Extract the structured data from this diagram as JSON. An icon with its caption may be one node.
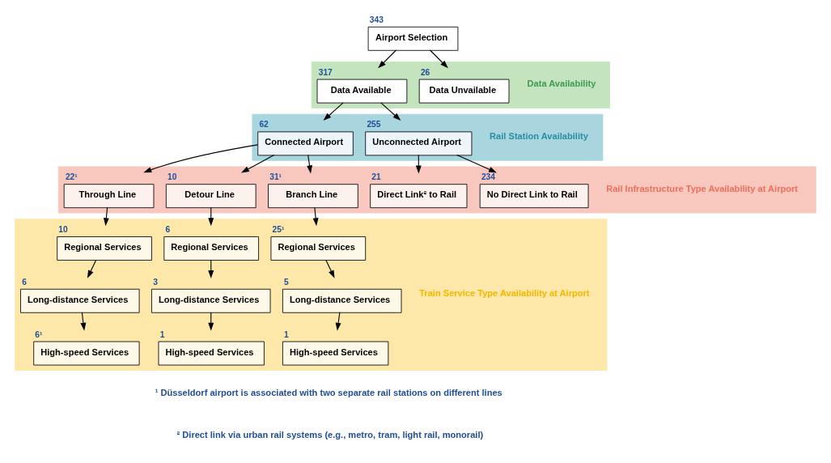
{
  "diagram": {
    "nodes": [
      {
        "text": [
          "Airport Selection"
        ],
        "beside": [
          "343"
        ]
      },
      {
        "text": [
          "Data Availability"
        ]
      },
      {
        "text": [
          "Data Available"
        ],
        "in": 1,
        "beside": [
          "317"
        ]
      },
      {
        "text": [
          "Data Unvailable"
        ],
        "in": 1,
        "beside": [
          "26"
        ]
      },
      {
        "text": [
          "Rail Station Availability"
        ]
      },
      {
        "text": [
          "Connected Airport"
        ],
        "in": 4,
        "beside": [
          "62"
        ]
      },
      {
        "text": [
          "Unconnected Airport"
        ],
        "in": 4,
        "beside": [
          "255"
        ]
      },
      {
        "text": [
          "Rail Infrastructure Type Availability at Airport"
        ]
      },
      {
        "text": [
          "Through Line"
        ],
        "in": 7,
        "beside": [
          "22¹"
        ]
      },
      {
        "text": [
          "Detour Line"
        ],
        "in": 7,
        "beside": [
          "10"
        ]
      },
      {
        "text": [
          "Branch Line"
        ],
        "in": 7,
        "beside": [
          "31¹"
        ]
      },
      {
        "text": [
          "Direct Link² to Rail"
        ],
        "in": 7,
        "beside": [
          "21"
        ]
      },
      {
        "text": [
          "No Direct Link to Rail"
        ],
        "in": 7,
        "beside": [
          "234"
        ]
      },
      {
        "text": [
          "Train Service Type Availability at Airport"
        ]
      },
      {
        "text": [
          "Regional Services"
        ],
        "in": 13,
        "beside": [
          "10"
        ]
      },
      {
        "text": [
          "Regional Services"
        ],
        "in": 13,
        "beside": [
          "6"
        ]
      },
      {
        "text": [
          "Regional Services"
        ],
        "in": 13,
        "beside": [
          "25¹"
        ]
      },
      {
        "text": [
          "Long-distance Services"
        ],
        "in": 13,
        "beside": [
          "6"
        ]
      },
      {
        "text": [
          "Long-distance Services"
        ],
        "in": 13,
        "beside": [
          "3"
        ]
      },
      {
        "text": [
          "Long-distance Services"
        ],
        "in": 13,
        "beside": [
          "5"
        ]
      },
      {
        "text": [
          "High-speed Services"
        ],
        "in": 13,
        "beside": [
          "6¹"
        ]
      },
      {
        "text": [
          "High-speed Services"
        ],
        "in": 13,
        "beside": [
          "1"
        ]
      },
      {
        "text": [
          "High-speed Services"
        ],
        "in": 13,
        "beside": [
          "1"
        ]
      }
    ],
    "edges": [
      {
        "from": 0,
        "to": 2,
        "arrow": "to"
      },
      {
        "from": 0,
        "to": 3,
        "arrow": "to"
      },
      {
        "from": 2,
        "to": 5,
        "arrow": "to"
      },
      {
        "from": 2,
        "to": 6,
        "arrow": "to"
      },
      {
        "from": 5,
        "to": 8,
        "arrow": "to"
      },
      {
        "from": 5,
        "to": 9,
        "arrow": "to"
      },
      {
        "from": 5,
        "to": 10,
        "arrow": "to"
      },
      {
        "from": 6,
        "to": 11,
        "arrow": "to"
      },
      {
        "from": 6,
        "to": 12,
        "arrow": "to"
      },
      {
        "from": 8,
        "to": 14,
        "arrow": "to"
      },
      {
        "from": 9,
        "to": 15,
        "arrow": "to"
      },
      {
        "from": 10,
        "to": 16,
        "arrow": "to"
      },
      {
        "from": 14,
        "to": 17,
        "arrow": "to"
      },
      {
        "from": 15,
        "to": 18,
        "arrow": "to"
      },
      {
        "from": 16,
        "to": 19,
        "arrow": "to"
      },
      {
        "from": 17,
        "to": 20,
        "arrow": "to"
      },
      {
        "from": 18,
        "to": 21,
        "arrow": "to"
      },
      {
        "from": 19,
        "to": 22,
        "arrow": "to"
      }
    ],
    "labels": [
      "¹ Düsseldorf airport is associated with two separate rail stations on different lines",
      "² Direct link via urban rail systems (e.g., metro, tram, light rail, monorail)"
    ]
  }
}
